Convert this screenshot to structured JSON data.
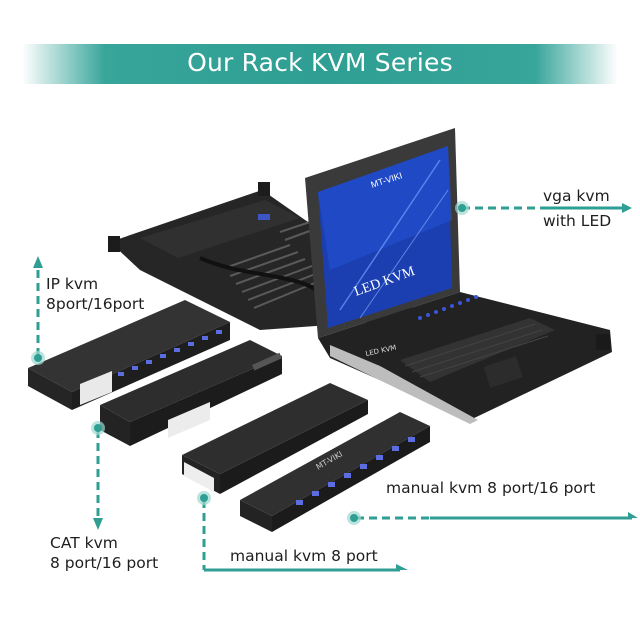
{
  "banner": {
    "title": "Our Rack KVM Series",
    "color": "#2f9e93"
  },
  "products": {
    "vga_kvm": {
      "line1": "vga kvm",
      "line2": "with LED",
      "screen_brand": "MT-VIKI",
      "screen_text": "LED KVM",
      "bezel_text": "LED  KVM"
    },
    "ip_kvm": {
      "line1": "IP kvm",
      "line2": "8port/16port"
    },
    "cat_kvm": {
      "line1": "CAT kvm",
      "line2": "8 port/16 port"
    },
    "manual_kvm_8": {
      "label": "manual kvm 8 port"
    },
    "manual_kvm_8_16": {
      "label": "manual kvm 8 port/16 port",
      "brand": "MT-VIKI"
    }
  },
  "colors": {
    "accent": "#2f9e93",
    "device": "#2b2b2b",
    "screen": "#1b3fb0"
  }
}
